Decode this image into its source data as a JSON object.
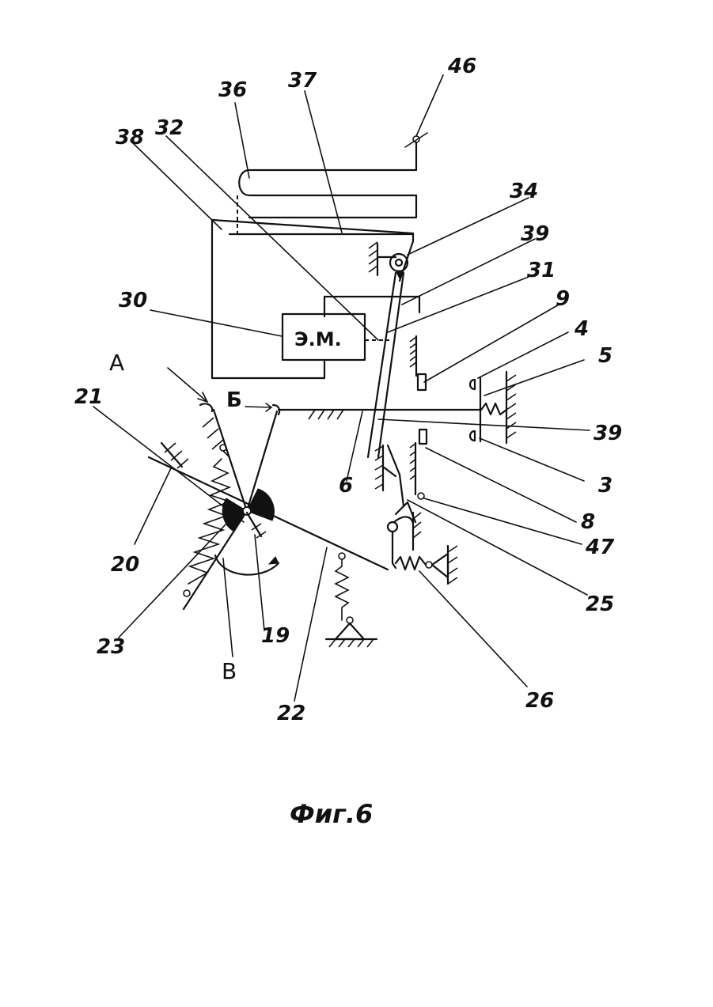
{
  "figure": {
    "caption": "Фиг.6",
    "box_label": "Э.М.",
    "labels": {
      "n46": "46",
      "n36": "36",
      "n37": "37",
      "n38": "38",
      "n32": "32",
      "n34": "34",
      "n39a": "39",
      "n31": "31",
      "n9": "9",
      "n4": "4",
      "n5": "5",
      "n30": "30",
      "A": "A",
      "n21": "21",
      "B_cyr": "Б",
      "n39b": "39",
      "n3": "3",
      "n6": "6",
      "n20": "20",
      "n8": "8",
      "n47": "47",
      "n25": "25",
      "n23": "23",
      "n19": "19",
      "V": "В",
      "n22": "22",
      "n26": "26"
    }
  }
}
